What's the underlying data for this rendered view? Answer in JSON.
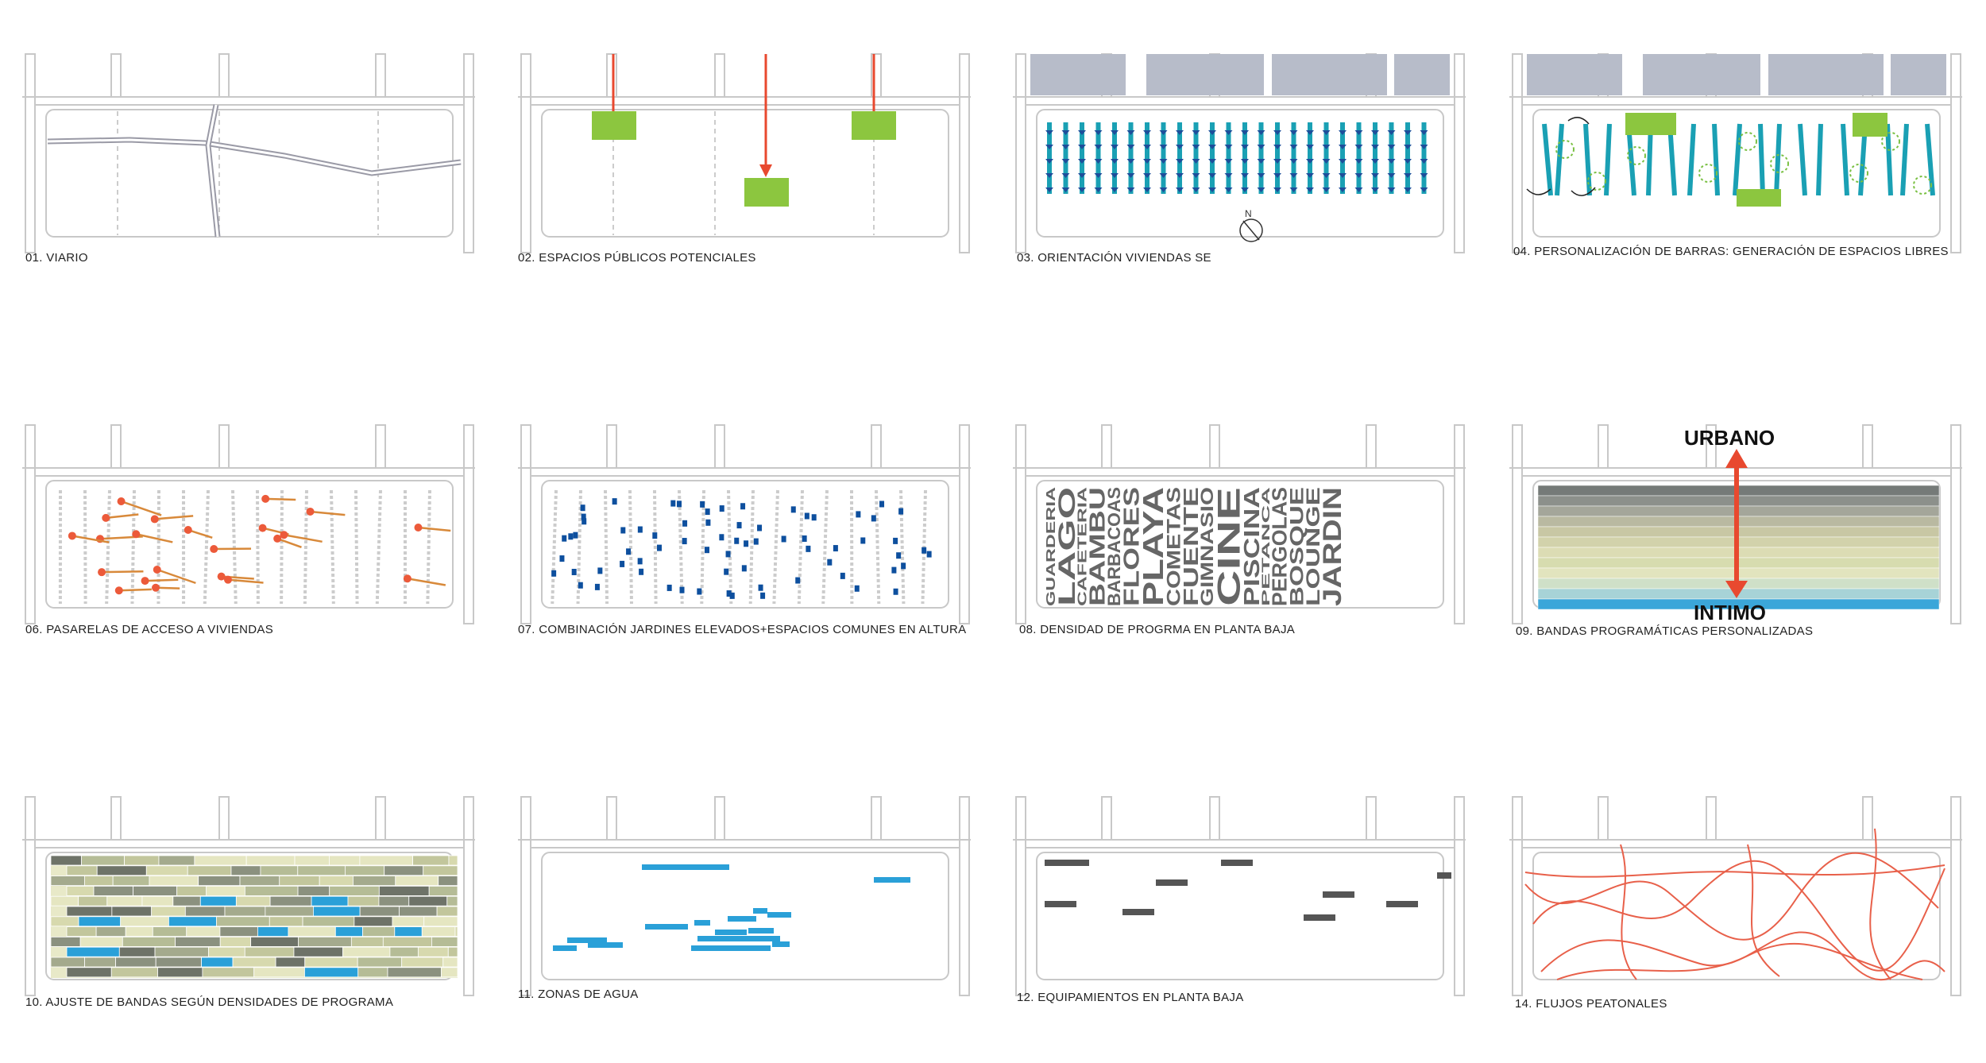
{
  "panels": [
    {
      "caption": "01. VIARIO"
    },
    {
      "caption": "02. ESPACIOS PÚBLICOS POTENCIALES"
    },
    {
      "caption": "03. ORIENTACIÓN VIVIENDAS SE",
      "north_label": "N"
    },
    {
      "caption": "04. PERSONALIZACIÓN DE BARRAS: GENERACIÓN DE ESPACIOS LIBRES"
    },
    {
      "caption": "06. PASARELAS DE ACCESO A VIVIENDAS"
    },
    {
      "caption": "07. COMBINACIÓN JARDINES ELEVADOS+ESPACIOS COMUNES EN ALTURA"
    },
    {
      "caption": "08. DENSIDAD DE PROGRMA EN PLANTA BAJA",
      "program_words": [
        "GUARDERIA",
        "LAGO",
        "CAFETERIA",
        "BAMBU",
        "BARBACOAS",
        "FLORES",
        "PLAYA",
        "COMETAS",
        "FUENTE",
        "GIMNASIO",
        "CINE",
        "PISCINA",
        "PETANCA",
        "PERGOLAS",
        "BOSQUE",
        "LOUNGE",
        "JARDIN"
      ]
    },
    {
      "caption": "09. BANDAS PROGRAMÁTICAS PERSONALIZADAS",
      "top_label": "URBANO",
      "bottom_label": "INTIMO"
    },
    {
      "caption": "10. AJUSTE DE BANDAS SEGÚN DENSIDADES DE PROGRAMA"
    },
    {
      "caption": "11.  ZONAS DE AGUA"
    },
    {
      "caption": "12. EQUIPAMIENTOS EN PLANTA BAJA"
    },
    {
      "caption": "14. FLUJOS PEATONALES"
    }
  ],
  "colors": {
    "road": "#c8c8c8",
    "path_gray": "#9a9aa6",
    "green": "#8cc63f",
    "red_arrow": "#e8492f",
    "teal": "#1aa0b4",
    "block_blue_gray": "#b7bcc9",
    "orange_dot": "#ec5a3a",
    "orange_line": "#d8893a",
    "navy": "#0d4f9e",
    "word_gray": "#666666",
    "water_blue": "#2aa0d8",
    "equip_gray": "#555555",
    "flow_red": "#e8604a"
  }
}
